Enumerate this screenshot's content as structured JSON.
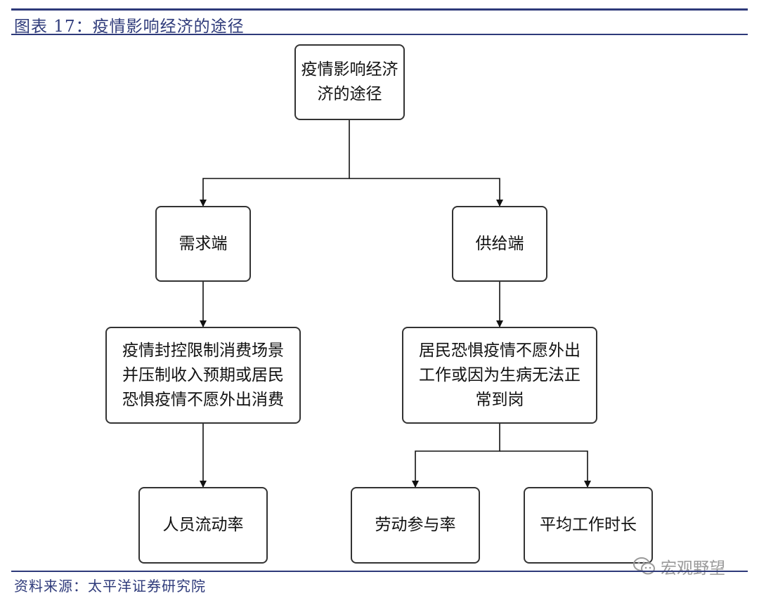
{
  "header": {
    "title": "图表 17：疫情影响经济的途径"
  },
  "diagram": {
    "root": "疫情影响经济\n济的途径",
    "demand": "需求端",
    "supply": "供给端",
    "demand_effect": "疫情封控限制消费场景\n并压制收入预期或居民\n恐惧疫情不愿外出消费",
    "supply_effect": "居民恐惧疫情不愿外出\n工作或因为生病无法正\n常到岗",
    "mobility": "人员流动率",
    "labor_participation": "劳动参与率",
    "working_hours": "平均工作时长"
  },
  "footer": {
    "source": "资料来源：太平洋证券研究院"
  },
  "watermark": {
    "text": "宏观野望",
    "icon": "wechat-icon"
  },
  "colors": {
    "accent": "#2e3a7a",
    "node_border": "#333333",
    "watermark": "#9a9a9a"
  }
}
